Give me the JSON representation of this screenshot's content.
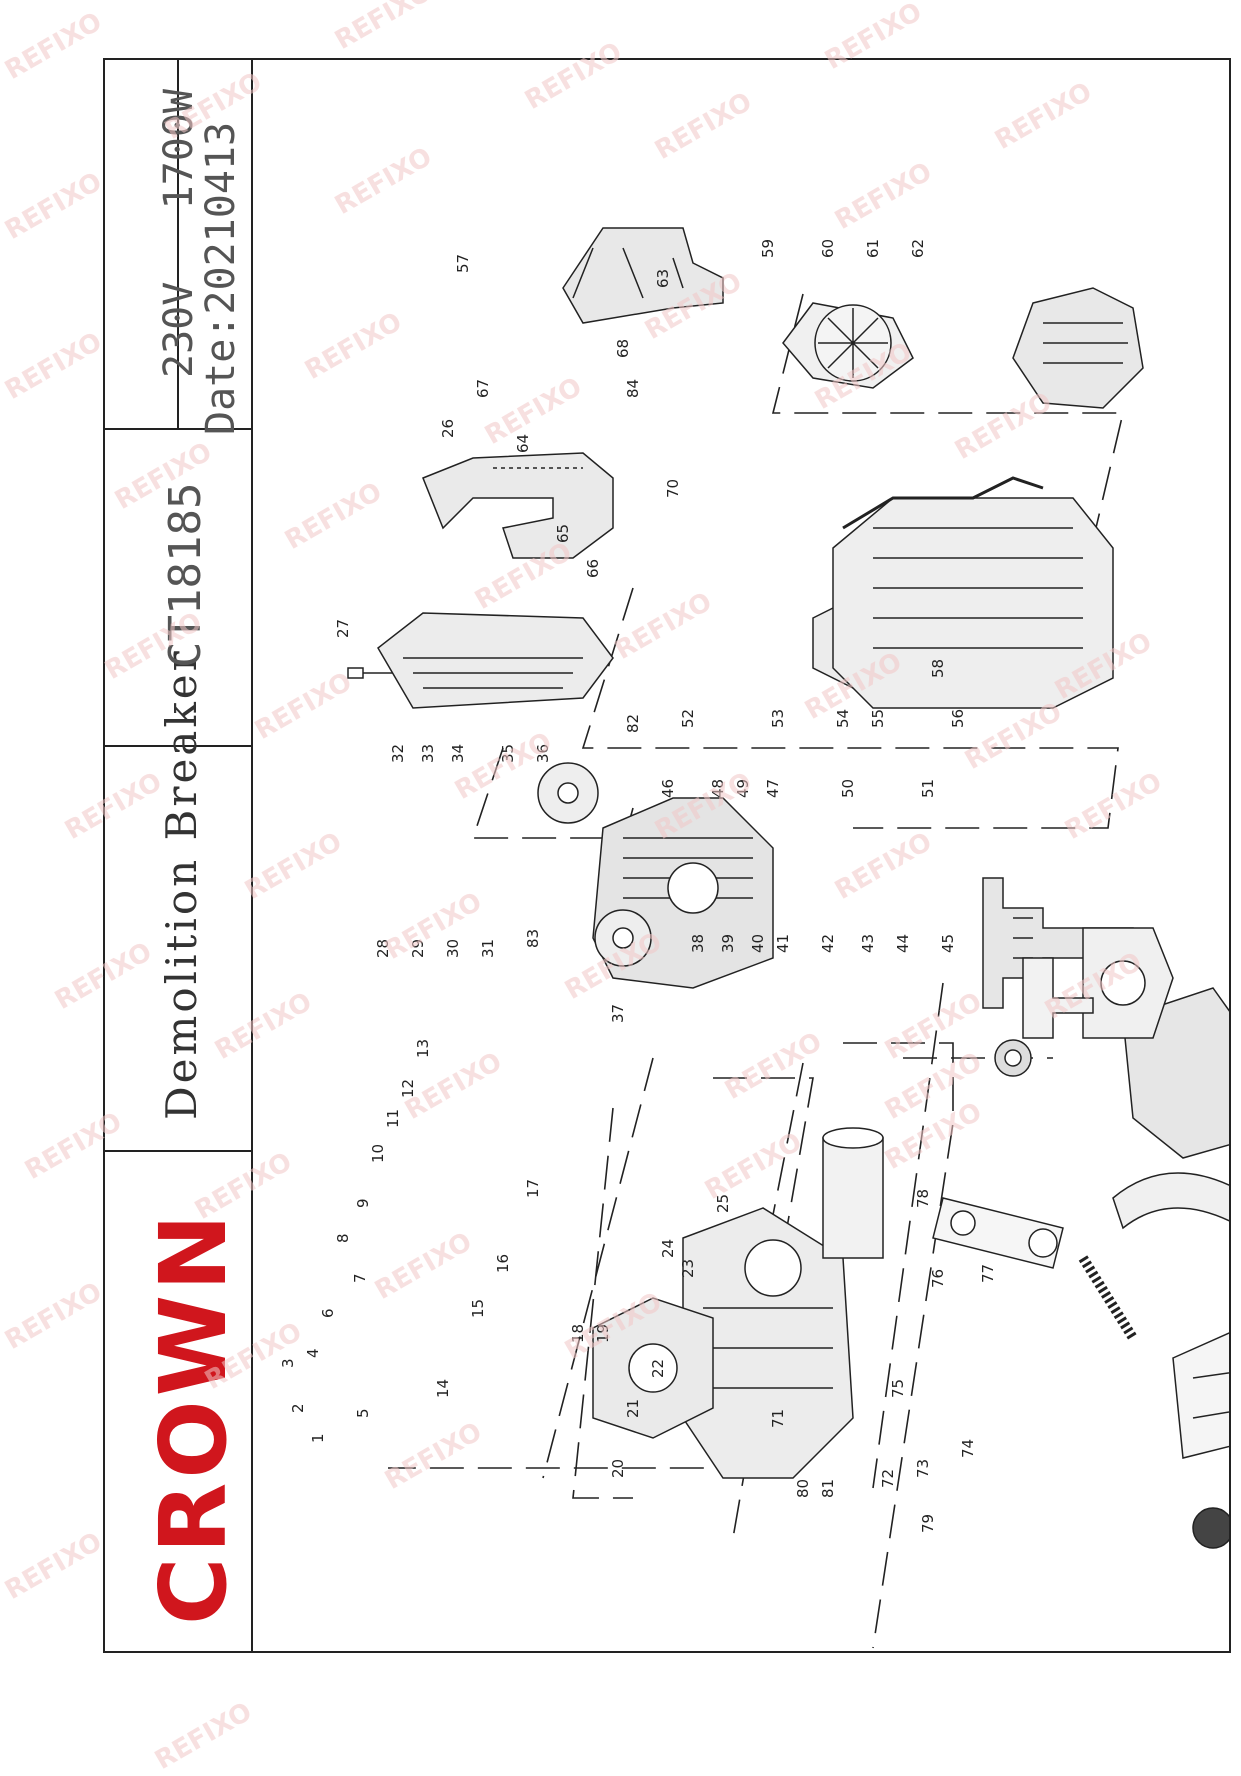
{
  "brand": "CROWN",
  "title": "Demolition Breaker",
  "model": "CT18185",
  "voltage": "230V",
  "power": "1700W",
  "date_label": "Date:",
  "date_value": "20210413",
  "watermark": "REFIXO",
  "parts": [
    "1",
    "2",
    "3",
    "4",
    "5",
    "6",
    "7",
    "8",
    "9",
    "10",
    "11",
    "12",
    "13",
    "14",
    "15",
    "16",
    "17",
    "18",
    "19",
    "20",
    "21",
    "22",
    "23",
    "24",
    "25",
    "26",
    "27",
    "28",
    "29",
    "30",
    "31",
    "32",
    "33",
    "34",
    "35",
    "36",
    "37",
    "38",
    "39",
    "40",
    "41",
    "42",
    "43",
    "44",
    "45",
    "46",
    "47",
    "48",
    "49",
    "50",
    "51",
    "52",
    "53",
    "54",
    "55",
    "56",
    "57",
    "58",
    "59",
    "60",
    "61",
    "62",
    "63",
    "64",
    "65",
    "66",
    "67",
    "68",
    "70",
    "71",
    "72",
    "73",
    "74",
    "75",
    "76",
    "77",
    "78",
    "79",
    "80",
    "81",
    "82",
    "83",
    "84"
  ]
}
